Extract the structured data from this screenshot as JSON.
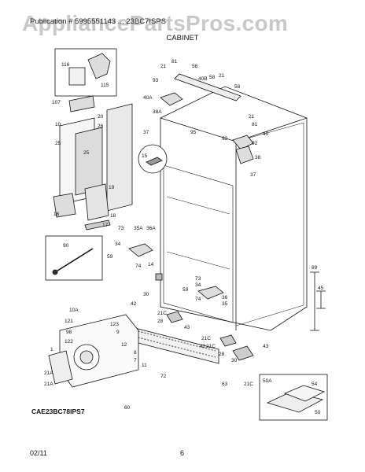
{
  "watermark": "AppliancePartsPros.com",
  "header": "Publication # 5995551143 ... 23BC7ISPS",
  "section_title": "CABINET",
  "diagram_code": "CAE23BC78IPS7",
  "footer_date": "02/11",
  "page_number": "6",
  "callouts": [
    {
      "id": "c116",
      "text": "116"
    },
    {
      "id": "c115",
      "text": "115"
    },
    {
      "id": "c107",
      "text": "107"
    },
    {
      "id": "c10",
      "text": "10"
    },
    {
      "id": "c25",
      "text": "25"
    },
    {
      "id": "c20",
      "text": "20"
    },
    {
      "id": "c26",
      "text": "26"
    },
    {
      "id": "c25b",
      "text": "25"
    },
    {
      "id": "c19",
      "text": "19"
    },
    {
      "id": "c16",
      "text": "16"
    },
    {
      "id": "c18",
      "text": "18"
    },
    {
      "id": "c17",
      "text": "17"
    },
    {
      "id": "c21",
      "text": "21"
    },
    {
      "id": "c81",
      "text": "81"
    },
    {
      "id": "c58",
      "text": "58"
    },
    {
      "id": "c93",
      "text": "93"
    },
    {
      "id": "c40A",
      "text": "40A"
    },
    {
      "id": "c40B",
      "text": "40B"
    },
    {
      "id": "c58b",
      "text": "58"
    },
    {
      "id": "c21b",
      "text": "21"
    },
    {
      "id": "c58c",
      "text": "58"
    },
    {
      "id": "c38A",
      "text": "38A"
    },
    {
      "id": "c37",
      "text": "37"
    },
    {
      "id": "c95",
      "text": "95"
    },
    {
      "id": "c93b",
      "text": "93"
    },
    {
      "id": "c21c",
      "text": "21"
    },
    {
      "id": "c81b",
      "text": "81"
    },
    {
      "id": "c40",
      "text": "40"
    },
    {
      "id": "c92",
      "text": "92"
    },
    {
      "id": "c15",
      "text": "15"
    },
    {
      "id": "c38",
      "text": "38"
    },
    {
      "id": "c37b",
      "text": "37"
    },
    {
      "id": "c73",
      "text": "73"
    },
    {
      "id": "c35A",
      "text": "35A"
    },
    {
      "id": "c36A",
      "text": "36A"
    },
    {
      "id": "c34",
      "text": "34"
    },
    {
      "id": "c90",
      "text": "90"
    },
    {
      "id": "c59",
      "text": "59"
    },
    {
      "id": "c74",
      "text": "74"
    },
    {
      "id": "c14",
      "text": "14"
    },
    {
      "id": "c89",
      "text": "89"
    },
    {
      "id": "c45",
      "text": "45"
    },
    {
      "id": "c73b",
      "text": "73"
    },
    {
      "id": "c34b",
      "text": "34"
    },
    {
      "id": "c59b",
      "text": "59"
    },
    {
      "id": "c74b",
      "text": "74"
    },
    {
      "id": "c36",
      "text": "36"
    },
    {
      "id": "c35",
      "text": "35"
    },
    {
      "id": "c30",
      "text": "30"
    },
    {
      "id": "c42",
      "text": "42"
    },
    {
      "id": "c21C",
      "text": "21C"
    },
    {
      "id": "c28",
      "text": "28"
    },
    {
      "id": "c43",
      "text": "43"
    },
    {
      "id": "c10A",
      "text": "10A"
    },
    {
      "id": "c121",
      "text": "121"
    },
    {
      "id": "c98",
      "text": "98"
    },
    {
      "id": "c122",
      "text": "122"
    },
    {
      "id": "c123",
      "text": "123"
    },
    {
      "id": "c9",
      "text": "9"
    },
    {
      "id": "c12",
      "text": "12"
    },
    {
      "id": "c8",
      "text": "8"
    },
    {
      "id": "c7",
      "text": "7"
    },
    {
      "id": "c11",
      "text": "11"
    },
    {
      "id": "c1",
      "text": "1"
    },
    {
      "id": "c21Cb",
      "text": "21C"
    },
    {
      "id": "c21Cc",
      "text": "21C"
    },
    {
      "id": "c42b",
      "text": "42"
    },
    {
      "id": "c43b",
      "text": "43"
    },
    {
      "id": "c28b",
      "text": "28"
    },
    {
      "id": "c30b",
      "text": "30"
    },
    {
      "id": "c72",
      "text": "72"
    },
    {
      "id": "c63",
      "text": "63"
    },
    {
      "id": "c21Cd",
      "text": "21C"
    },
    {
      "id": "c21A",
      "text": "21A"
    },
    {
      "id": "c21Ab",
      "text": "21A"
    },
    {
      "id": "c60",
      "text": "60"
    },
    {
      "id": "c50A",
      "text": "50A"
    },
    {
      "id": "c54",
      "text": "54"
    },
    {
      "id": "c50",
      "text": "50"
    }
  ]
}
